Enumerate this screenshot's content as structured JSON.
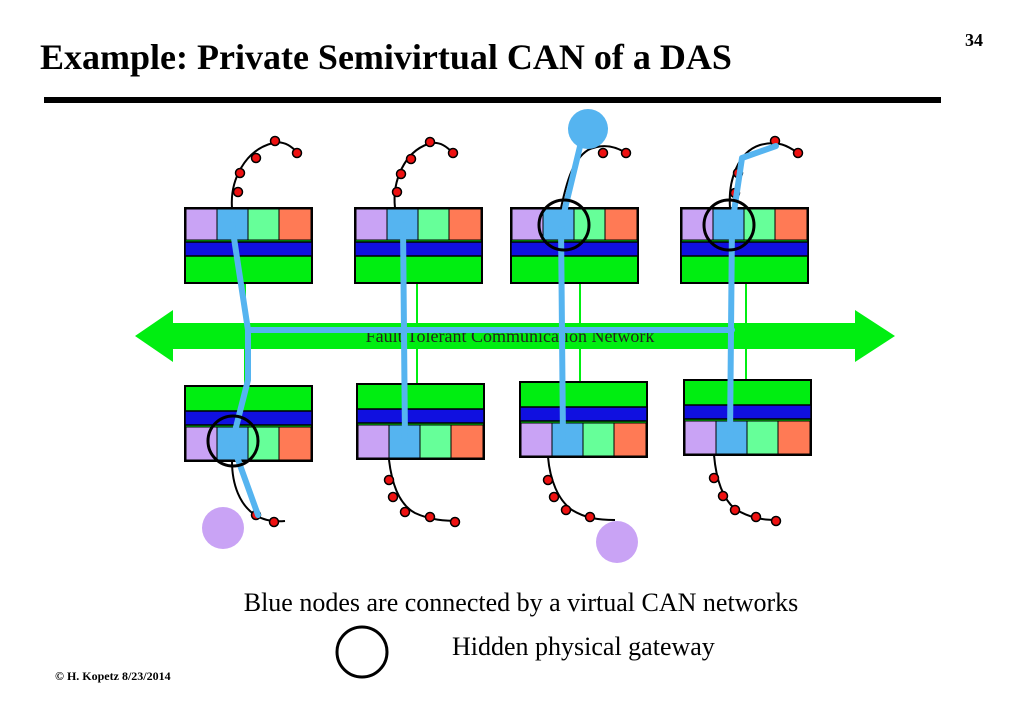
{
  "slide": {
    "number": "34",
    "title": "Example:  Private Semivirtual CAN of a DAS"
  },
  "diagram": {
    "network_label": "Fault Tolerant Communication  Network",
    "caption": "Blue nodes are connected by a virtual CAN networks",
    "legend_label": "Hidden physical gateway"
  },
  "footer": {
    "author_date": "© H. Kopetz  8/23/2014"
  },
  "colors": {
    "network_arrow": "#00ee11",
    "virtual_can_line": "#55b4f0",
    "blue_node": "#55b4f0",
    "bus_blue": "#1010e0",
    "component_green": "#00ee11",
    "purple_node": "#c9a3f5",
    "light_green_node": "#66ff99",
    "orange_node": "#ff7a55",
    "sensor_red": "#ee1111"
  },
  "icons": {
    "gateway": "hidden-gateway-circle-icon"
  }
}
